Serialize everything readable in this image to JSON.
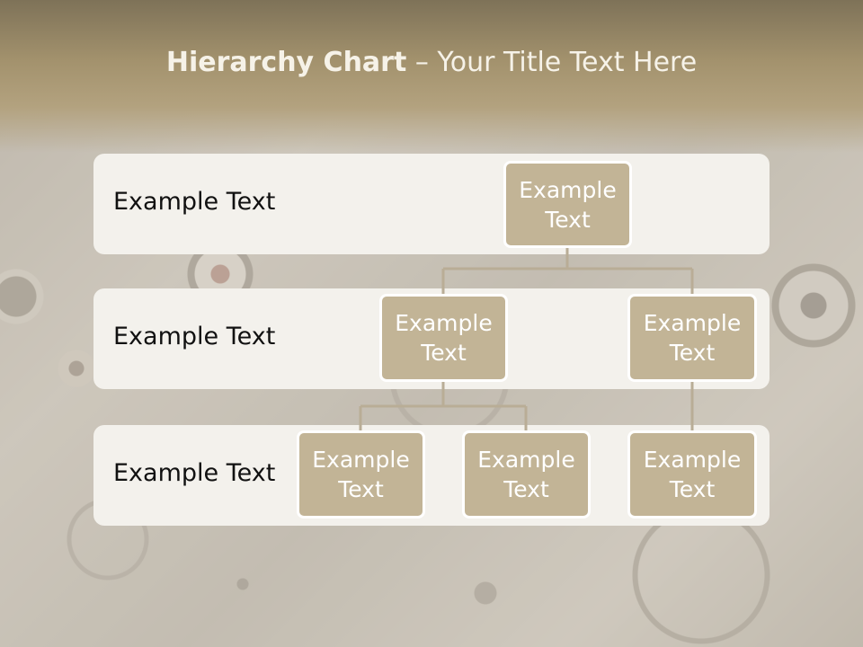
{
  "slide": {
    "title_bold": "Hierarchy Chart",
    "title_sep": " – ",
    "title_rest": "Your Title Text Here"
  },
  "rows": [
    {
      "label": "Example Text"
    },
    {
      "label": "Example Text"
    },
    {
      "label": "Example Text"
    }
  ],
  "nodes": {
    "root": {
      "line1": "Example",
      "line2": "Text"
    },
    "level2_left": {
      "line1": "Example",
      "line2": "Text"
    },
    "level2_right": {
      "line1": "Example",
      "line2": "Text"
    },
    "level3_a": {
      "line1": "Example",
      "line2": "Text"
    },
    "level3_b": {
      "line1": "Example",
      "line2": "Text"
    },
    "level3_c": {
      "line1": "Example",
      "line2": "Text"
    }
  },
  "colors": {
    "node_fill": "#c2b496",
    "connector": "#b9ad96",
    "title_band": "#a3926d"
  }
}
